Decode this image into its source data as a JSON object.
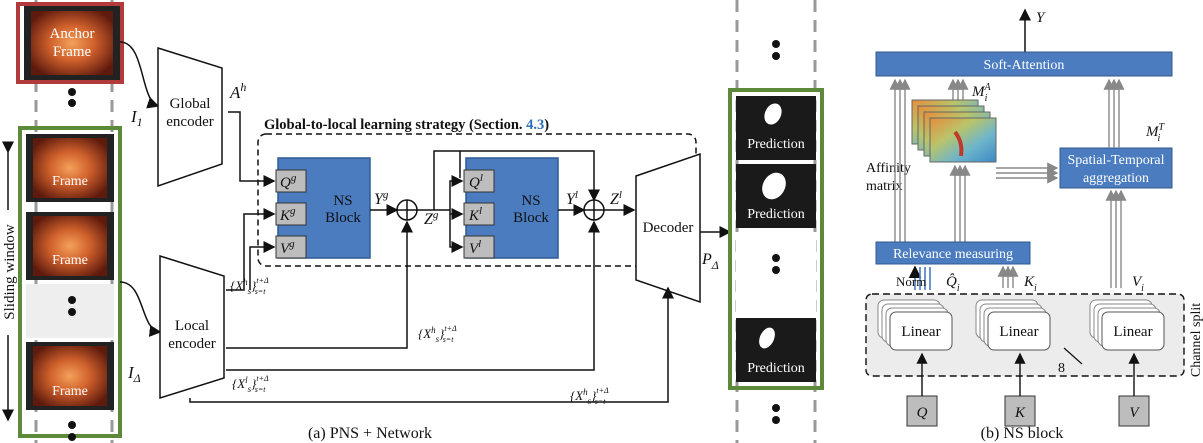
{
  "frames": {
    "anchor": [
      "Anchor",
      "Frame"
    ],
    "frame": "Frame",
    "sliding_window": "Sliding window"
  },
  "inputs": {
    "I1": "I",
    "I1_sub": "1",
    "Idelta": "I",
    "Idelta_sub": "Δ"
  },
  "encoders": {
    "global": [
      "Global",
      "encoder"
    ],
    "local": [
      "Local",
      "encoder"
    ]
  },
  "features": {
    "A": "A",
    "A_sup": "h"
  },
  "strategy": {
    "title": "Global-to-local learning strategy (Section. ",
    "ref": "4.3",
    "close": ")"
  },
  "ns_block": {
    "label_1": "NS",
    "label_2": "Block",
    "Qg": "Q",
    "Kg": "K",
    "Vg": "V",
    "g": "g",
    "Ql": "Q",
    "Kl": "K",
    "Vl": "V",
    "l": "l",
    "Yg": "Y",
    "Zg": "Z",
    "Yl": "Y",
    "Zl": "Z"
  },
  "xfeat": {
    "h_label": "{X",
    "l_label": "{X"
  },
  "decoder": "Decoder",
  "P": "P",
  "P_sub": "Δ",
  "prediction": "Prediction",
  "captions": {
    "a": "(a) PNS + Network",
    "b": "(b) NS block"
  },
  "right": {
    "Y": "Y",
    "soft_attention": "Soft-Attention",
    "M": "M",
    "MA_sup": "A",
    "MT_sup": "T",
    "i": "i",
    "affinity_1": "Affinity",
    "affinity_2": "matrix",
    "spatial_1": "Spatial-Temporal",
    "spatial_2": "aggregation",
    "relevance": "Relevance measuring",
    "norm": "Norm",
    "Qhat": "Q̂",
    "K": "K",
    "V": "V",
    "linear": "Linear",
    "eight": "8",
    "channel_split": "Channel split",
    "Q_in": "Q",
    "K_in": "K",
    "V_in": "V"
  },
  "colors": {
    "blue": "#4a7cbf",
    "anchor_border": "#b33a3a",
    "window_border": "#5c8a3a"
  }
}
